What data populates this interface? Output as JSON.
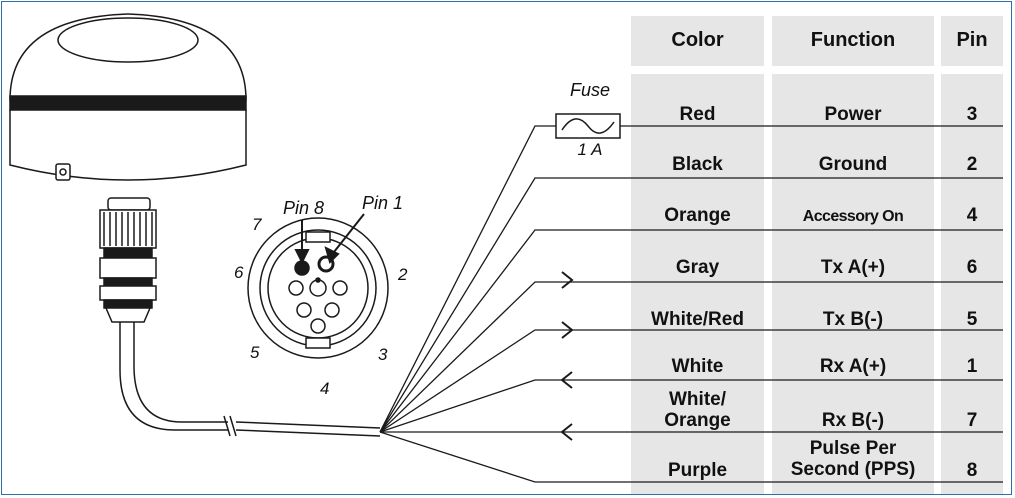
{
  "table": {
    "headers": {
      "color": "Color",
      "function": "Function",
      "pin": "Pin"
    },
    "rows": [
      {
        "color": "Red",
        "function": "Power",
        "pin": "3"
      },
      {
        "color": "Black",
        "function": "Ground",
        "pin": "2"
      },
      {
        "color": "Orange",
        "function": "Accessory On",
        "pin": "4"
      },
      {
        "color": "Gray",
        "function": "Tx A(+)",
        "pin": "6"
      },
      {
        "color": "White/Red",
        "function": "Tx B(-)",
        "pin": "5"
      },
      {
        "color": "White",
        "function": "Rx A(+)",
        "pin": "1"
      },
      {
        "color_line1": "White/",
        "color_line2": "Orange",
        "function": "Rx B(-)",
        "pin": "7"
      },
      {
        "color": "Purple",
        "function_line1": "Pulse Per",
        "function_line2": "Second (PPS)",
        "pin": "8"
      }
    ]
  },
  "fuse": {
    "label": "Fuse",
    "rating": "1 A"
  },
  "connector": {
    "pin8_label": "Pin 8",
    "pin1_label": "Pin 1",
    "numbers": {
      "n2": "2",
      "n3": "3",
      "n4": "4",
      "n5": "5",
      "n6": "6",
      "n7": "7"
    }
  },
  "colors": {
    "frame": "#2d6fa8",
    "column_fill": "#e6e6e6",
    "line": "#1a1a1a"
  }
}
